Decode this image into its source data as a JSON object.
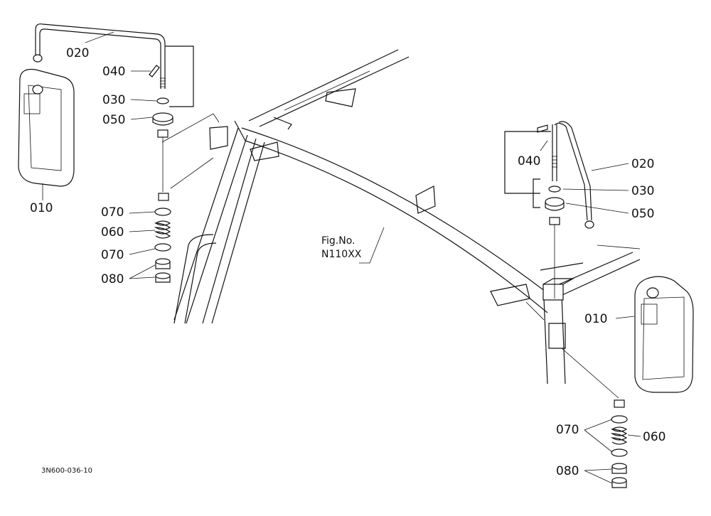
{
  "diagram": {
    "figure_ref": [
      "Fig.No.",
      "N110XX"
    ],
    "drawing_code": "3N600-036-10",
    "labels": {
      "left_020": "020",
      "left_040": "040",
      "left_030": "030",
      "left_050": "050",
      "left_010": "010",
      "left_070a": "070",
      "left_060": "060",
      "left_070b": "070",
      "left_080": "080",
      "right_040": "040",
      "right_020": "020",
      "right_030": "030",
      "right_050": "050",
      "right_010": "010",
      "right_070": "070",
      "right_060": "060",
      "right_080": "080"
    }
  }
}
